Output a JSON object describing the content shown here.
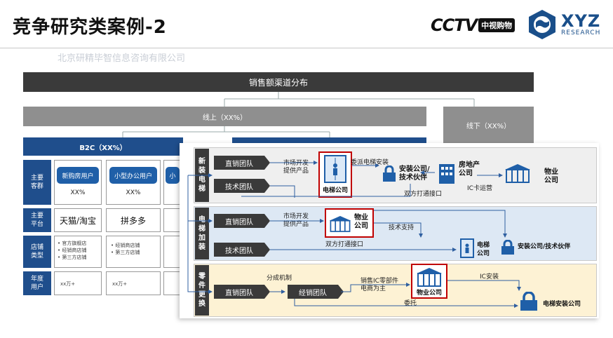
{
  "header": {
    "title": "竞争研究类案例-2",
    "cctv_text": "CCTV",
    "cctv_tag": "中视购物",
    "brand_big": "XYZ",
    "brand_small": "RESEARCH"
  },
  "watermark": "北京研精毕智信息咨询有限公司",
  "back": {
    "top": "销售额渠道分布",
    "online": "线上（XX%）",
    "offline": "线下（XX%）",
    "b2c": "B2C（XX%）",
    "rows": {
      "customers": "主要客群",
      "platform": "主要平台",
      "store": "店铺类型",
      "annual": "年度用户"
    },
    "pills": [
      "新购房用户",
      "小型办公用户",
      "小"
    ],
    "pct": [
      "XX%",
      "XX%"
    ],
    "platforms": [
      "天猫/淘宝",
      "拼多多"
    ],
    "stores1": [
      "官方旗舰店",
      "经销商店铺",
      "第三方店铺"
    ],
    "stores2": [
      "经销商店铺",
      "第三方店铺"
    ],
    "annual": [
      "xx万+",
      "xx万+"
    ]
  },
  "front": {
    "band1": {
      "side": "新装电梯",
      "team1": "直销团队",
      "team2": "技术团队",
      "dev": "市场开发\n提供产品",
      "elevator_co": "电梯公司",
      "dispatch": "委派电梯安装",
      "installer": "安装公司/\n技术伙伴",
      "realestate": "房地产\n公司",
      "property": "物业\n公司",
      "interface": "双方打通接口",
      "ic": "IC卡运营"
    },
    "band2": {
      "side": "电梯加装",
      "team1": "直销团队",
      "team2": "技术团队",
      "dev": "市场开发\n提供产品",
      "property": "物业\n公司",
      "support": "技术支持",
      "interface": "双方打通接口",
      "elevator_co": "电梯\n公司",
      "installer": "安装公司/技术伙伴"
    },
    "band3": {
      "side": "零件更换",
      "team1": "直销团队",
      "team2": "经销团队",
      "share": "分成机制",
      "retail": "销售IC零部件\n电商为主",
      "property": "物业公司",
      "ic": "IC安装",
      "entrust": "委托",
      "installer": "电梯安装公司"
    }
  }
}
